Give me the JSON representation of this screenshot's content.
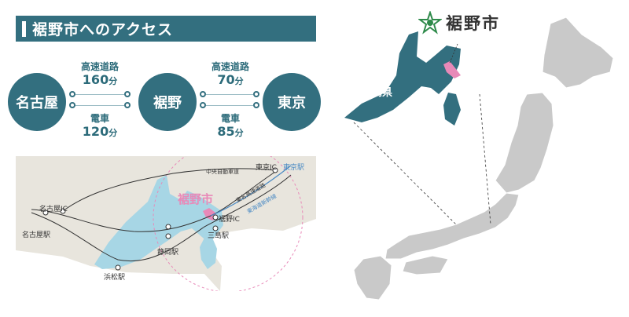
{
  "header": {
    "title": "裾野市へのアクセス"
  },
  "nodes": {
    "left": "名古屋",
    "center": "裾野",
    "right": "東京"
  },
  "routes": {
    "left": {
      "highway_label": "高速道路",
      "highway_time": "160",
      "train_label": "電車",
      "train_time": "120",
      "unit": "分"
    },
    "right": {
      "highway_label": "高速道路",
      "highway_time": "70",
      "train_label": "電車",
      "train_time": "85",
      "unit": "分"
    }
  },
  "map": {
    "labels": {
      "nagoya_ic": "名古屋IC",
      "nagoya_station": "名古屋駅",
      "hamamatsu_station": "浜松駅",
      "shizuoka_station": "静岡駅",
      "susono_ic": "裾野IC",
      "mishima_station": "三島駅",
      "tokyo_ic": "東京IC",
      "tokyo_station": "東京駅",
      "chuo_expressway": "中央自動車道",
      "tomei_expressway": "東名高速道路",
      "tokaido_shinkansen": "東海道新幹線",
      "susono_city": "裾野市"
    }
  },
  "japan": {
    "prefecture_label": "静岡県",
    "logo_text": "裾野市"
  },
  "colors": {
    "primary": "#336f7f",
    "shizuoka_fill": "#a7d6e5",
    "susono": "#e889b8",
    "japan_gray": "#c9c9c9"
  }
}
